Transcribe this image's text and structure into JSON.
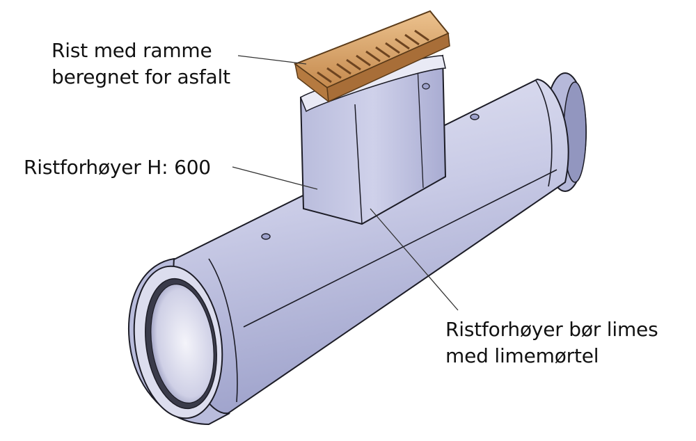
{
  "labels": {
    "grate_line1": "Rist med ramme",
    "grate_line2": "beregnet for asfalt",
    "riser": "Ristforhøyer H: 600",
    "glue_line1": "Ristforhøyer bør limes",
    "glue_line2": "med limemørtel"
  },
  "colors": {
    "pipe_body": "#c9cbe6",
    "pipe_light": "#e3e4f3",
    "pipe_dark": "#8e92bd",
    "outline": "#1c1c26",
    "grate": "#d9a46a",
    "grate_dark": "#8a5a28",
    "leader": "#333333"
  }
}
